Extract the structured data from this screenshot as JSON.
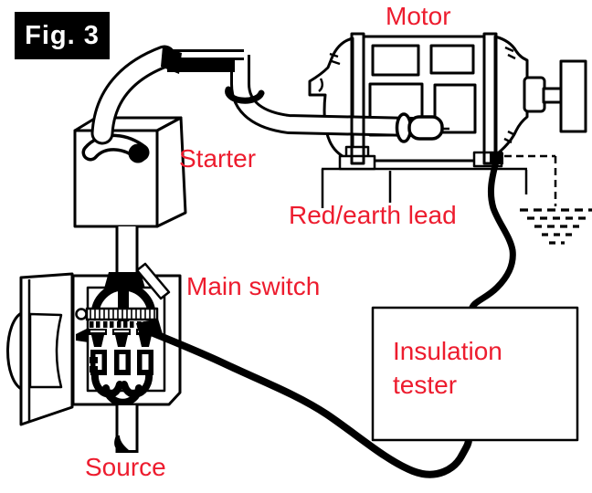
{
  "figure": {
    "badge": "Fig. 3"
  },
  "labels": {
    "motor": "Motor",
    "starter": "Starter",
    "red_earth_lead": "Red/earth lead",
    "main_switch": "Main switch",
    "source": "Source",
    "insulation_tester_line1": "Insulation",
    "insulation_tester_line2": "tester"
  },
  "colors": {
    "label_red": "#ed1c2e",
    "line_black": "#000000",
    "background": "#ffffff"
  },
  "diagram": {
    "type": "wiring-illustration",
    "title": "Insulation testing of a motor circuit",
    "components": [
      "Motor",
      "Starter",
      "Main switch",
      "Source",
      "Insulation tester",
      "Earth"
    ],
    "connections": [
      {
        "from": "Source",
        "to": "Main switch",
        "via": "supply conduit"
      },
      {
        "from": "Main switch",
        "to": "Starter",
        "via": "conduit"
      },
      {
        "from": "Starter",
        "to": "Motor",
        "via": "conduit"
      },
      {
        "from": "Main switch",
        "to": "Insulation tester",
        "via": "black test lead"
      },
      {
        "from": "Motor",
        "to": "Insulation tester",
        "via": "Red/earth lead"
      },
      {
        "from": "Motor",
        "to": "Earth",
        "via": "dashed earth path"
      }
    ]
  }
}
